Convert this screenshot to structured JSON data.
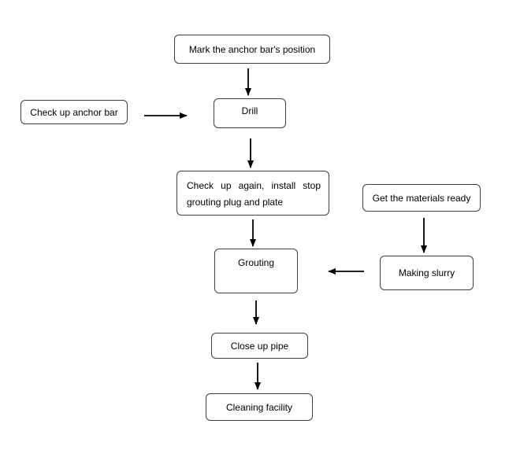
{
  "diagram": {
    "nodes": {
      "mark_position": "Mark the anchor bar's position",
      "check_anchor_bar": "Check up anchor bar",
      "drill": "Drill",
      "check_again": "Check up again, install stop grouting plug and plate",
      "get_materials": "Get the materials ready",
      "grouting": "Grouting",
      "making_slurry": "Making slurry",
      "close_pipe": "Close up pipe",
      "cleaning": "Cleaning facility"
    },
    "edges": [
      {
        "from": "mark_position",
        "to": "drill"
      },
      {
        "from": "check_anchor_bar",
        "to": "drill"
      },
      {
        "from": "drill",
        "to": "check_again"
      },
      {
        "from": "check_again",
        "to": "grouting"
      },
      {
        "from": "get_materials",
        "to": "making_slurry"
      },
      {
        "from": "making_slurry",
        "to": "grouting"
      },
      {
        "from": "grouting",
        "to": "close_pipe"
      },
      {
        "from": "close_pipe",
        "to": "cleaning"
      }
    ]
  }
}
